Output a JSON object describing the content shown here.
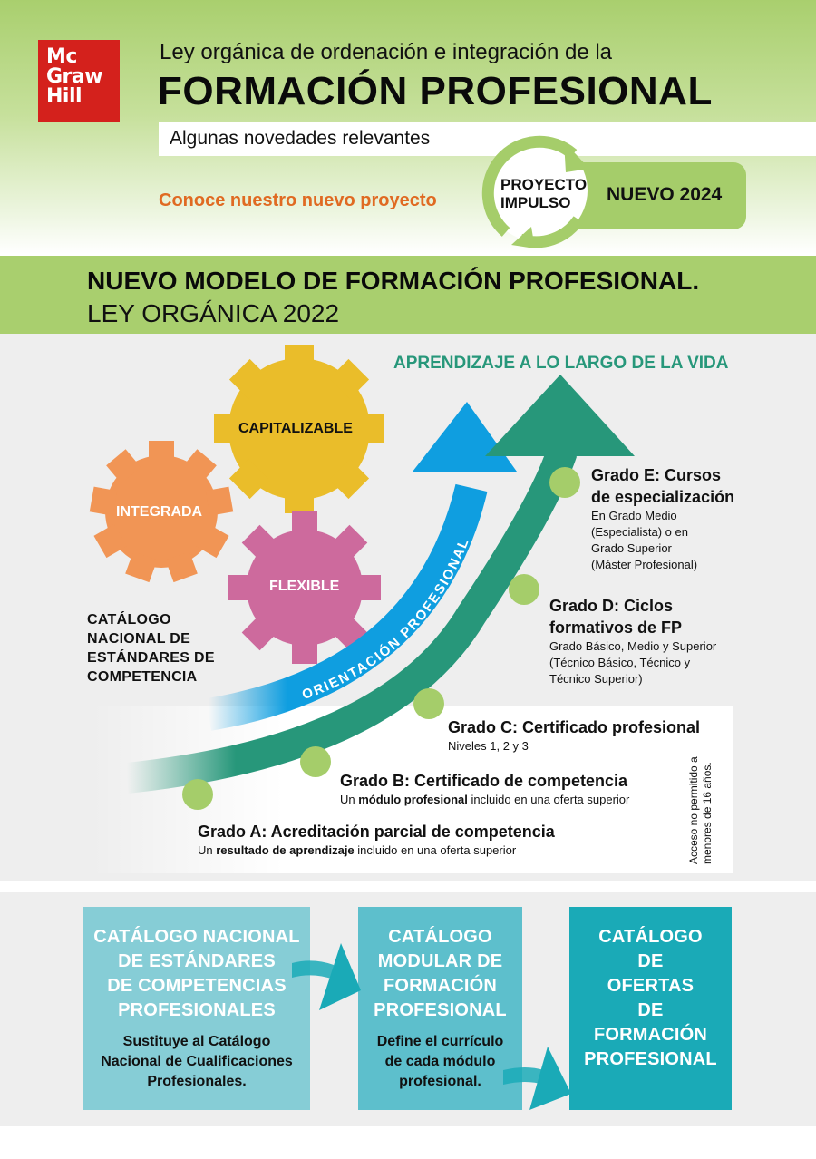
{
  "header": {
    "logo": [
      "Mc",
      "Graw",
      "Hill"
    ],
    "subtitle": "Ley orgánica de ordenación e integración de la",
    "title": "FORMACIÓN PROFESIONAL",
    "band_text": "Algunas novedades relevantes",
    "cta": "Conoce nuestro nuevo proyecto",
    "project_line1": "PROYECTO",
    "project_line2": "IMPULSO",
    "project_badge": "NUEVO 2024"
  },
  "banner": {
    "title": "NUEVO MODELO DE FORMACIÓN PROFESIONAL.",
    "subtitle": "LEY ORGÁNICA 2022"
  },
  "diagram": {
    "lifelong_label": "APRENDIZAJE A LO LARGO DE LA VIDA",
    "arrow_label": "ORIENTACIÓN PROFESIONAL",
    "gears": {
      "capitalizable": "CAPITALIZABLE",
      "integrada": "INTEGRADA",
      "flexible": "FLEXIBLE"
    },
    "catalog_label": [
      "CATÁLOGO",
      "NACIONAL DE",
      "ESTÁNDARES DE",
      "COMPETENCIA"
    ],
    "grades": {
      "e": {
        "title1": "Grado E: Cursos",
        "title2": "de especialización",
        "desc": [
          "En Grado Medio",
          "(Especialista) o en",
          "Grado Superior",
          "(Máster Profesional)"
        ]
      },
      "d": {
        "title1": "Grado D: Ciclos",
        "title2": "formativos de FP",
        "desc": [
          "Grado Básico, Medio y Superior",
          "(Técnico Básico, Técnico y",
          "Técnico Superior)"
        ]
      },
      "c": {
        "title": "Grado C: Certificado profesional",
        "desc": "Niveles 1, 2 y 3"
      },
      "b": {
        "title": "Grado B: Certificado de competencia",
        "desc_pre": "Un ",
        "desc_bold": "módulo profesional",
        "desc_post": " incluido en una oferta superior"
      },
      "a": {
        "title": "Grado A: Acreditación parcial de competencia",
        "desc_pre": "Un ",
        "desc_bold": "resultado de aprendizaje",
        "desc_post": " incluido en una oferta superior"
      }
    },
    "access_note": [
      "Acceso no permitido a",
      "menores de 16 años."
    ]
  },
  "flow": {
    "box1": {
      "title": [
        "CATÁLOGO NACIONAL",
        "DE ESTÁNDARES",
        "DE COMPETENCIAS",
        "PROFESIONALES"
      ],
      "desc": [
        "Sustituye al Catálogo",
        "Nacional de Cualificaciones",
        "Profesionales."
      ]
    },
    "box2": {
      "title": [
        "CATÁLOGO",
        "MODULAR DE",
        "FORMACIÓN",
        "PROFESIONAL"
      ],
      "desc": [
        "Define el currículo",
        "de cada módulo",
        "profesional."
      ]
    },
    "box3": {
      "title": [
        "CATÁLOGO",
        "DE",
        "OFERTAS",
        "DE",
        "FORMACIÓN",
        "PROFESIONAL"
      ]
    }
  },
  "colors": {
    "brand_red": "#d4211c",
    "header_green": "#a9cf6e",
    "cta_orange": "#e06a22",
    "teal_green": "#27977a",
    "blue_arrow": "#0f9ee0",
    "gear_yellow": "#eabd2a",
    "gear_orange": "#f19555",
    "gear_pink": "#cd6a9d",
    "dot_green": "#a5cd6a",
    "box1": "#86cdd6",
    "box2": "#5dbfcc",
    "box3": "#1aaab7"
  }
}
